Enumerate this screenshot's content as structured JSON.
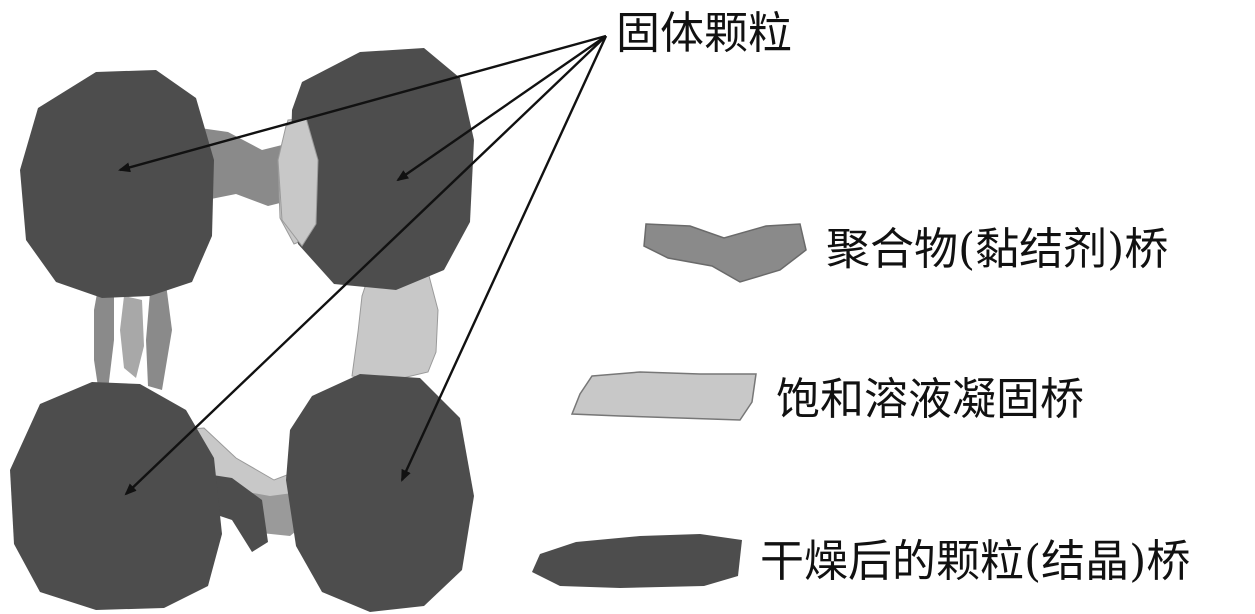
{
  "labels": {
    "solid_particles": "固体颗粒",
    "polymer_bridge": "聚合物(黏结剂)桥",
    "saturated_solution_bridge": "饱和溶液凝固桥",
    "dried_particle_bridge": "干燥后的颗粒(结晶)桥"
  },
  "colors": {
    "particle": "#4d4d4d",
    "polymer_bridge": "#8a8a8a",
    "saturated_bridge": "#c8c8c8",
    "crystal_bridge": "#4d4d4d",
    "arrow": "#111111",
    "background": "#ffffff"
  }
}
